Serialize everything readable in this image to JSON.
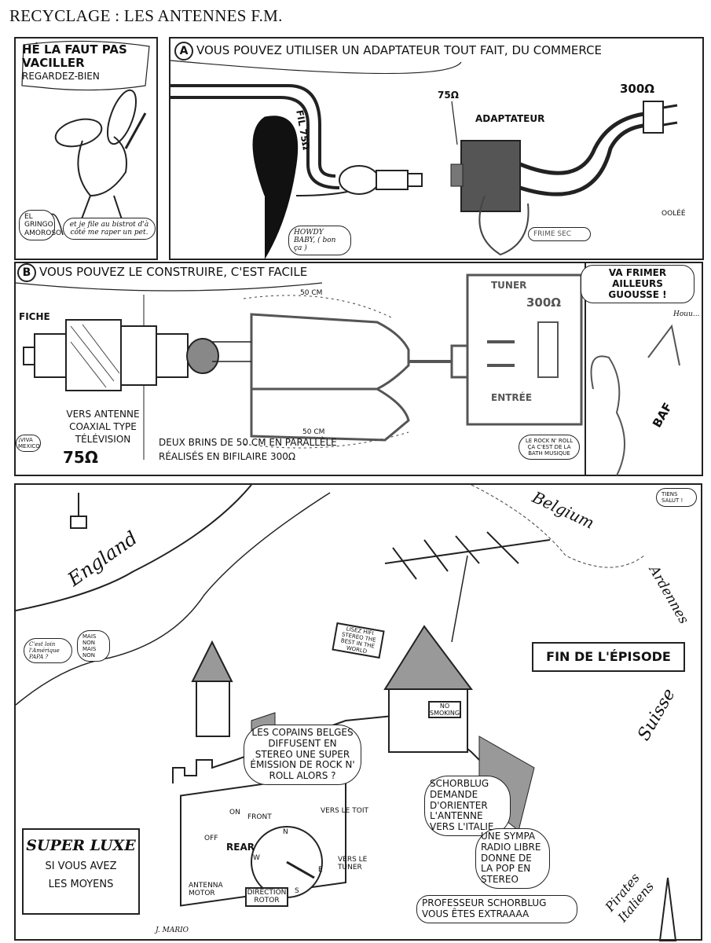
{
  "page_title": "RECYCLAGE : LES ANTENNES F.M.",
  "panel1": {
    "speech_line1": "HÉ LA FAUT PAS",
    "speech_line2": "VACILLER",
    "speech_line3": "REGARDEZ-BIEN",
    "small_bubble": "EL GRINGO AMOROSO",
    "footer_bubble": "et je file au bistrot d'à côté me raper un pet."
  },
  "panel_a": {
    "marker": "A",
    "caption": "VOUS POUVEZ UTILISER UN ADAPTATEUR TOUT FAIT, DU COMMERCE",
    "wire_label": "FIL 75Ω",
    "input_label": "75Ω",
    "adapter_label": "ADAPTATEUR",
    "output_label": "300Ω",
    "howdy_bubble": "HOWDY BABY, ( bon ça )",
    "frime_bubble": "FRIME SEC",
    "olee": "OOLÉÉ"
  },
  "panel_b": {
    "marker": "B",
    "caption": "VOUS POUVEZ LE CONSTRUIRE, C'EST FACILE",
    "plug_label": "FICHE",
    "length_top": "50 cm",
    "length_bottom": "50 cm",
    "antenna_line1": "VERS ANTENNE",
    "antenna_line2": "COAXIAL TYPE",
    "antenna_line3": "TÉLÉVISION",
    "antenna_ohms": "75Ω",
    "note_line1": "DEUX BRINS DE 50 cm EN PARALLÈLE",
    "note_line2": "RÉALISÉS EN BIFILAIRE 300Ω",
    "tuner_label": "TUNER",
    "tuner_ohms": "300Ω",
    "input_label": "ENTRÉE",
    "viva_bubble": "¡VIVA MEXICO",
    "rock_bubble": "LE ROCK N' ROLL ÇA C'EST DE LA BATH MUSIQUE"
  },
  "panel_b_side": {
    "speech": "VA FRIMER AILLEURS GUOUSSE !",
    "houu": "Houu...",
    "baf": "BAF"
  },
  "map_panel": {
    "england": "England",
    "belgium": "Belgium",
    "ardennes": "Ardennes",
    "suisse": "Suisse",
    "pirates": "Pirates Italiens",
    "tiens_salut": "TIENS SALUT !",
    "end_sign": "FIN DE L'ÉPISODE",
    "loin_bubble": "C'est loin l'Amérique PAPA ?",
    "mais_non_bubble": "MAIS NON MAIS NON",
    "sign_lisez": "LISEZ HIFI STEREO THE BEST IN THE WORLD",
    "no_smoking": "NO SMOKING",
    "copains_bubble": "LES COPAINS BELGES DIFFUSENT EN STEREO UNE SUPER ÉMISSION DE ROCK N' ROLL ALORS ?",
    "schorblug_bubble": "SCHORBLUG DEMANDE D'ORIENTER L'ANTENNE VERS L'ITALIE",
    "sympa_bubble": "UNE SYMPA RADIO LIBRE DONNE DE LA POP EN STEREO",
    "professeur_bubble": "PROFESSEUR SCHORBLUG VOUS ÊTES EXTRAAAA",
    "vers_le_toit": "VERS LE TOIT",
    "vers_le_tuner": "VERS LE TUNER",
    "rotor": {
      "on": "ON",
      "off": "OFF",
      "front": "FRONT",
      "rear": "REAR",
      "north": "N",
      "south": "S",
      "east": "E",
      "west": "W",
      "antenna_motor": "ANTENNA MOTOR",
      "direction_rotor": "DIRECTION ROTOR"
    },
    "super_luxe_title": "SUPER LUXE",
    "super_luxe_line2": "SI VOUS AVEZ",
    "super_luxe_line3": "LES MOYENS",
    "signature": "J. MARIO"
  }
}
